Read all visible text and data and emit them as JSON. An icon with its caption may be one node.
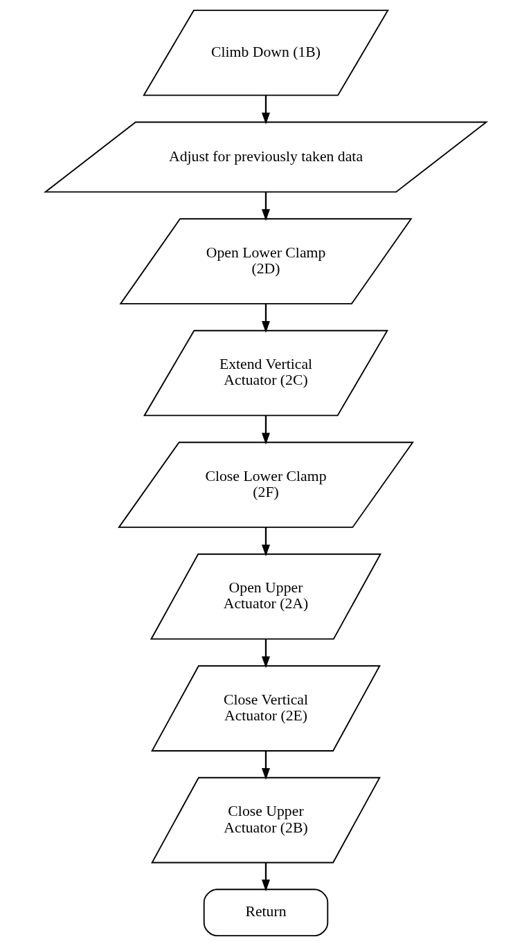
{
  "diagram": {
    "nodes": [
      {
        "text": [
          "Climb Down (1B)"
        ]
      },
      {
        "text": [
          "Adjust for previously taken data"
        ]
      },
      {
        "text": [
          "Open Lower Clamp (2D)"
        ]
      },
      {
        "text": [
          "Extend Vertical Actuator (2C)"
        ]
      },
      {
        "text": [
          "Close Lower Clamp (2F)"
        ]
      },
      {
        "text": [
          "Open Upper Actuator (2A)"
        ]
      },
      {
        "text": [
          "Close Vertical Actuator (2E)"
        ]
      },
      {
        "text": [
          "Close Upper Actuator (2B)"
        ]
      },
      {
        "text": [
          "Return"
        ]
      }
    ],
    "edges": [
      {
        "from": 0,
        "to": 1,
        "arrow": "to"
      },
      {
        "from": 1,
        "to": 2,
        "arrow": "to"
      },
      {
        "from": 2,
        "to": 3,
        "arrow": "to"
      },
      {
        "from": 3,
        "to": 4,
        "arrow": "to"
      },
      {
        "from": 4,
        "to": 5,
        "arrow": "to"
      },
      {
        "from": 5,
        "to": 6,
        "arrow": "to"
      },
      {
        "from": 6,
        "to": 7,
        "arrow": "to"
      },
      {
        "from": 7,
        "to": 8,
        "arrow": "to"
      }
    ]
  }
}
